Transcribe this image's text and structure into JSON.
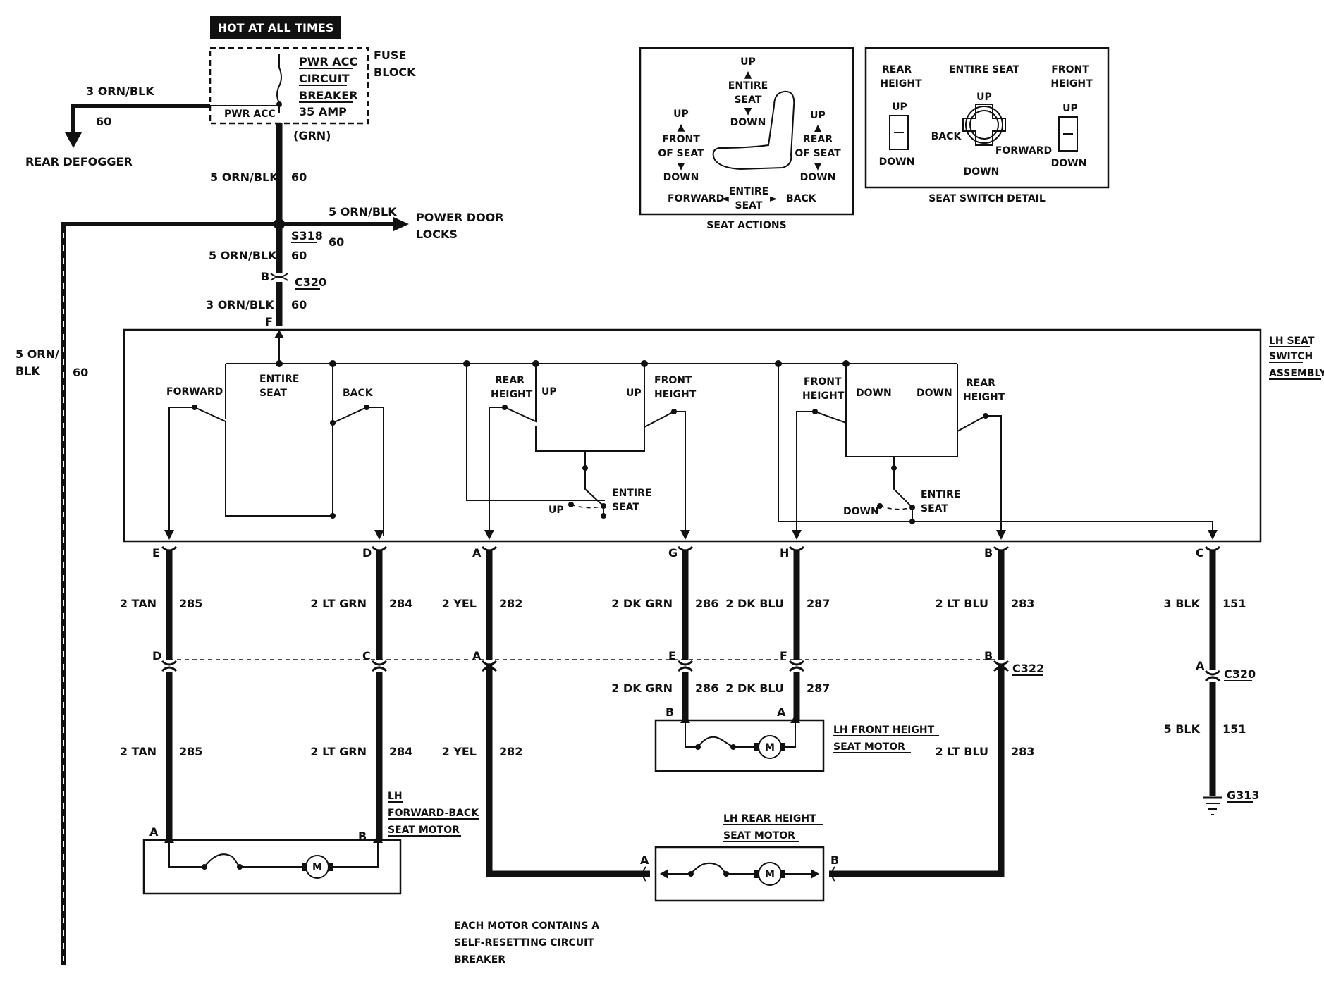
{
  "colors": {
    "ink": "#111111",
    "background": "#ffffff"
  },
  "top": {
    "hot_label": "HOT AT ALL TIMES",
    "fuse_block": [
      "FUSE",
      "BLOCK"
    ],
    "breaker": [
      "PWR ACC",
      "CIRCUIT",
      "BREAKER",
      "35 AMP"
    ],
    "pwr_acc": "PWR ACC",
    "grn": "(GRN)",
    "rear_defogger": "REAR DEFOGGER",
    "defog_wire": "3 ORN/BLK",
    "defog_circuit": "60",
    "feed_wire": "5 ORN/BLK",
    "feed_circuit": "60",
    "power_door_locks": [
      "POWER DOOR",
      "LOCKS"
    ],
    "door_wire": "5 ORN/BLK",
    "splice": "S318",
    "splice_circuit": "60",
    "wire2": "5 ORN/BLK",
    "wire2_circuit": "60",
    "conn_b": "B",
    "conn_c320": "C320",
    "wire3": "3 ORN/BLK",
    "wire3_circuit": "60",
    "pin_f": "F",
    "left_wire": [
      "5 ORN/",
      "BLK"
    ],
    "left_circuit": "60"
  },
  "seat_actions": {
    "caption": "SEAT ACTIONS",
    "up": "UP",
    "entire_seat": [
      "ENTIRE",
      "SEAT"
    ],
    "down": "DOWN",
    "front_of_seat": [
      "FRONT",
      "OF SEAT"
    ],
    "rear_of_seat": [
      "REAR",
      "OF SEAT"
    ],
    "forward": "FORWARD",
    "back": "BACK"
  },
  "seat_switch_detail": {
    "caption": "SEAT SWITCH DETAIL",
    "rear_height": [
      "REAR",
      "HEIGHT"
    ],
    "entire_seat": "ENTIRE SEAT",
    "front_height": [
      "FRONT",
      "HEIGHT"
    ],
    "up": "UP",
    "down": "DOWN",
    "back": "BACK",
    "forward": "FORWARD"
  },
  "switch_assembly": {
    "title": [
      "LH SEAT",
      "SWITCH",
      "ASSEMBLY"
    ],
    "forward": "FORWARD",
    "entire_seat": [
      "ENTIRE",
      "SEAT"
    ],
    "back": "BACK",
    "rear_height": [
      "REAR",
      "HEIGHT"
    ],
    "front_height": [
      "FRONT",
      "HEIGHT"
    ],
    "up": "UP",
    "down": "DOWN"
  },
  "wires": [
    {
      "pin_top": "E",
      "name": "2 TAN",
      "circuit": "285",
      "pin_mid": "D",
      "name2": "2 TAN",
      "circuit2": "285"
    },
    {
      "pin_top": "D",
      "name": "2 LT GRN",
      "circuit": "284",
      "pin_mid": "C",
      "name2": "2 LT GRN",
      "circuit2": "284"
    },
    {
      "pin_top": "A",
      "name": "2 YEL",
      "circuit": "282",
      "pin_mid": "A",
      "name2": "2 YEL",
      "circuit2": "282"
    },
    {
      "pin_top": "G",
      "name": "2 DK GRN",
      "circuit": "286",
      "pin_mid": "E",
      "name2": "2 DK GRN",
      "circuit2": "286"
    },
    {
      "pin_top": "H",
      "name": "2 DK BLU",
      "circuit": "287",
      "pin_mid": "F",
      "name2": "2 DK BLU",
      "circuit2": "287"
    },
    {
      "pin_top": "B",
      "name": "2 LT BLU",
      "circuit": "283",
      "pin_mid": "B",
      "name2": "2 LT BLU",
      "circuit2": "283"
    },
    {
      "pin_top": "C",
      "name": "3 BLK",
      "circuit": "151",
      "pin_mid": "A",
      "name2": "5 BLK",
      "circuit2": "151"
    }
  ],
  "connectors": {
    "c322": "C322",
    "c320": "C320",
    "ground": "G313"
  },
  "motors": {
    "forward_back": {
      "title": [
        "LH",
        "FORWARD-BACK",
        "SEAT MOTOR"
      ],
      "pin_a": "A",
      "pin_b": "B",
      "m": "M"
    },
    "front_height": {
      "title": [
        "LH FRONT HEIGHT",
        "SEAT MOTOR"
      ],
      "pin_a": "A",
      "pin_b": "B",
      "m": "M"
    },
    "rear_height": {
      "title": [
        "LH REAR HEIGHT",
        "SEAT MOTOR"
      ],
      "pin_a": "A",
      "pin_b": "B",
      "m": "M"
    }
  },
  "note": [
    "EACH MOTOR CONTAINS A",
    "SELF-RESETTING CIRCUIT",
    "BREAKER"
  ]
}
